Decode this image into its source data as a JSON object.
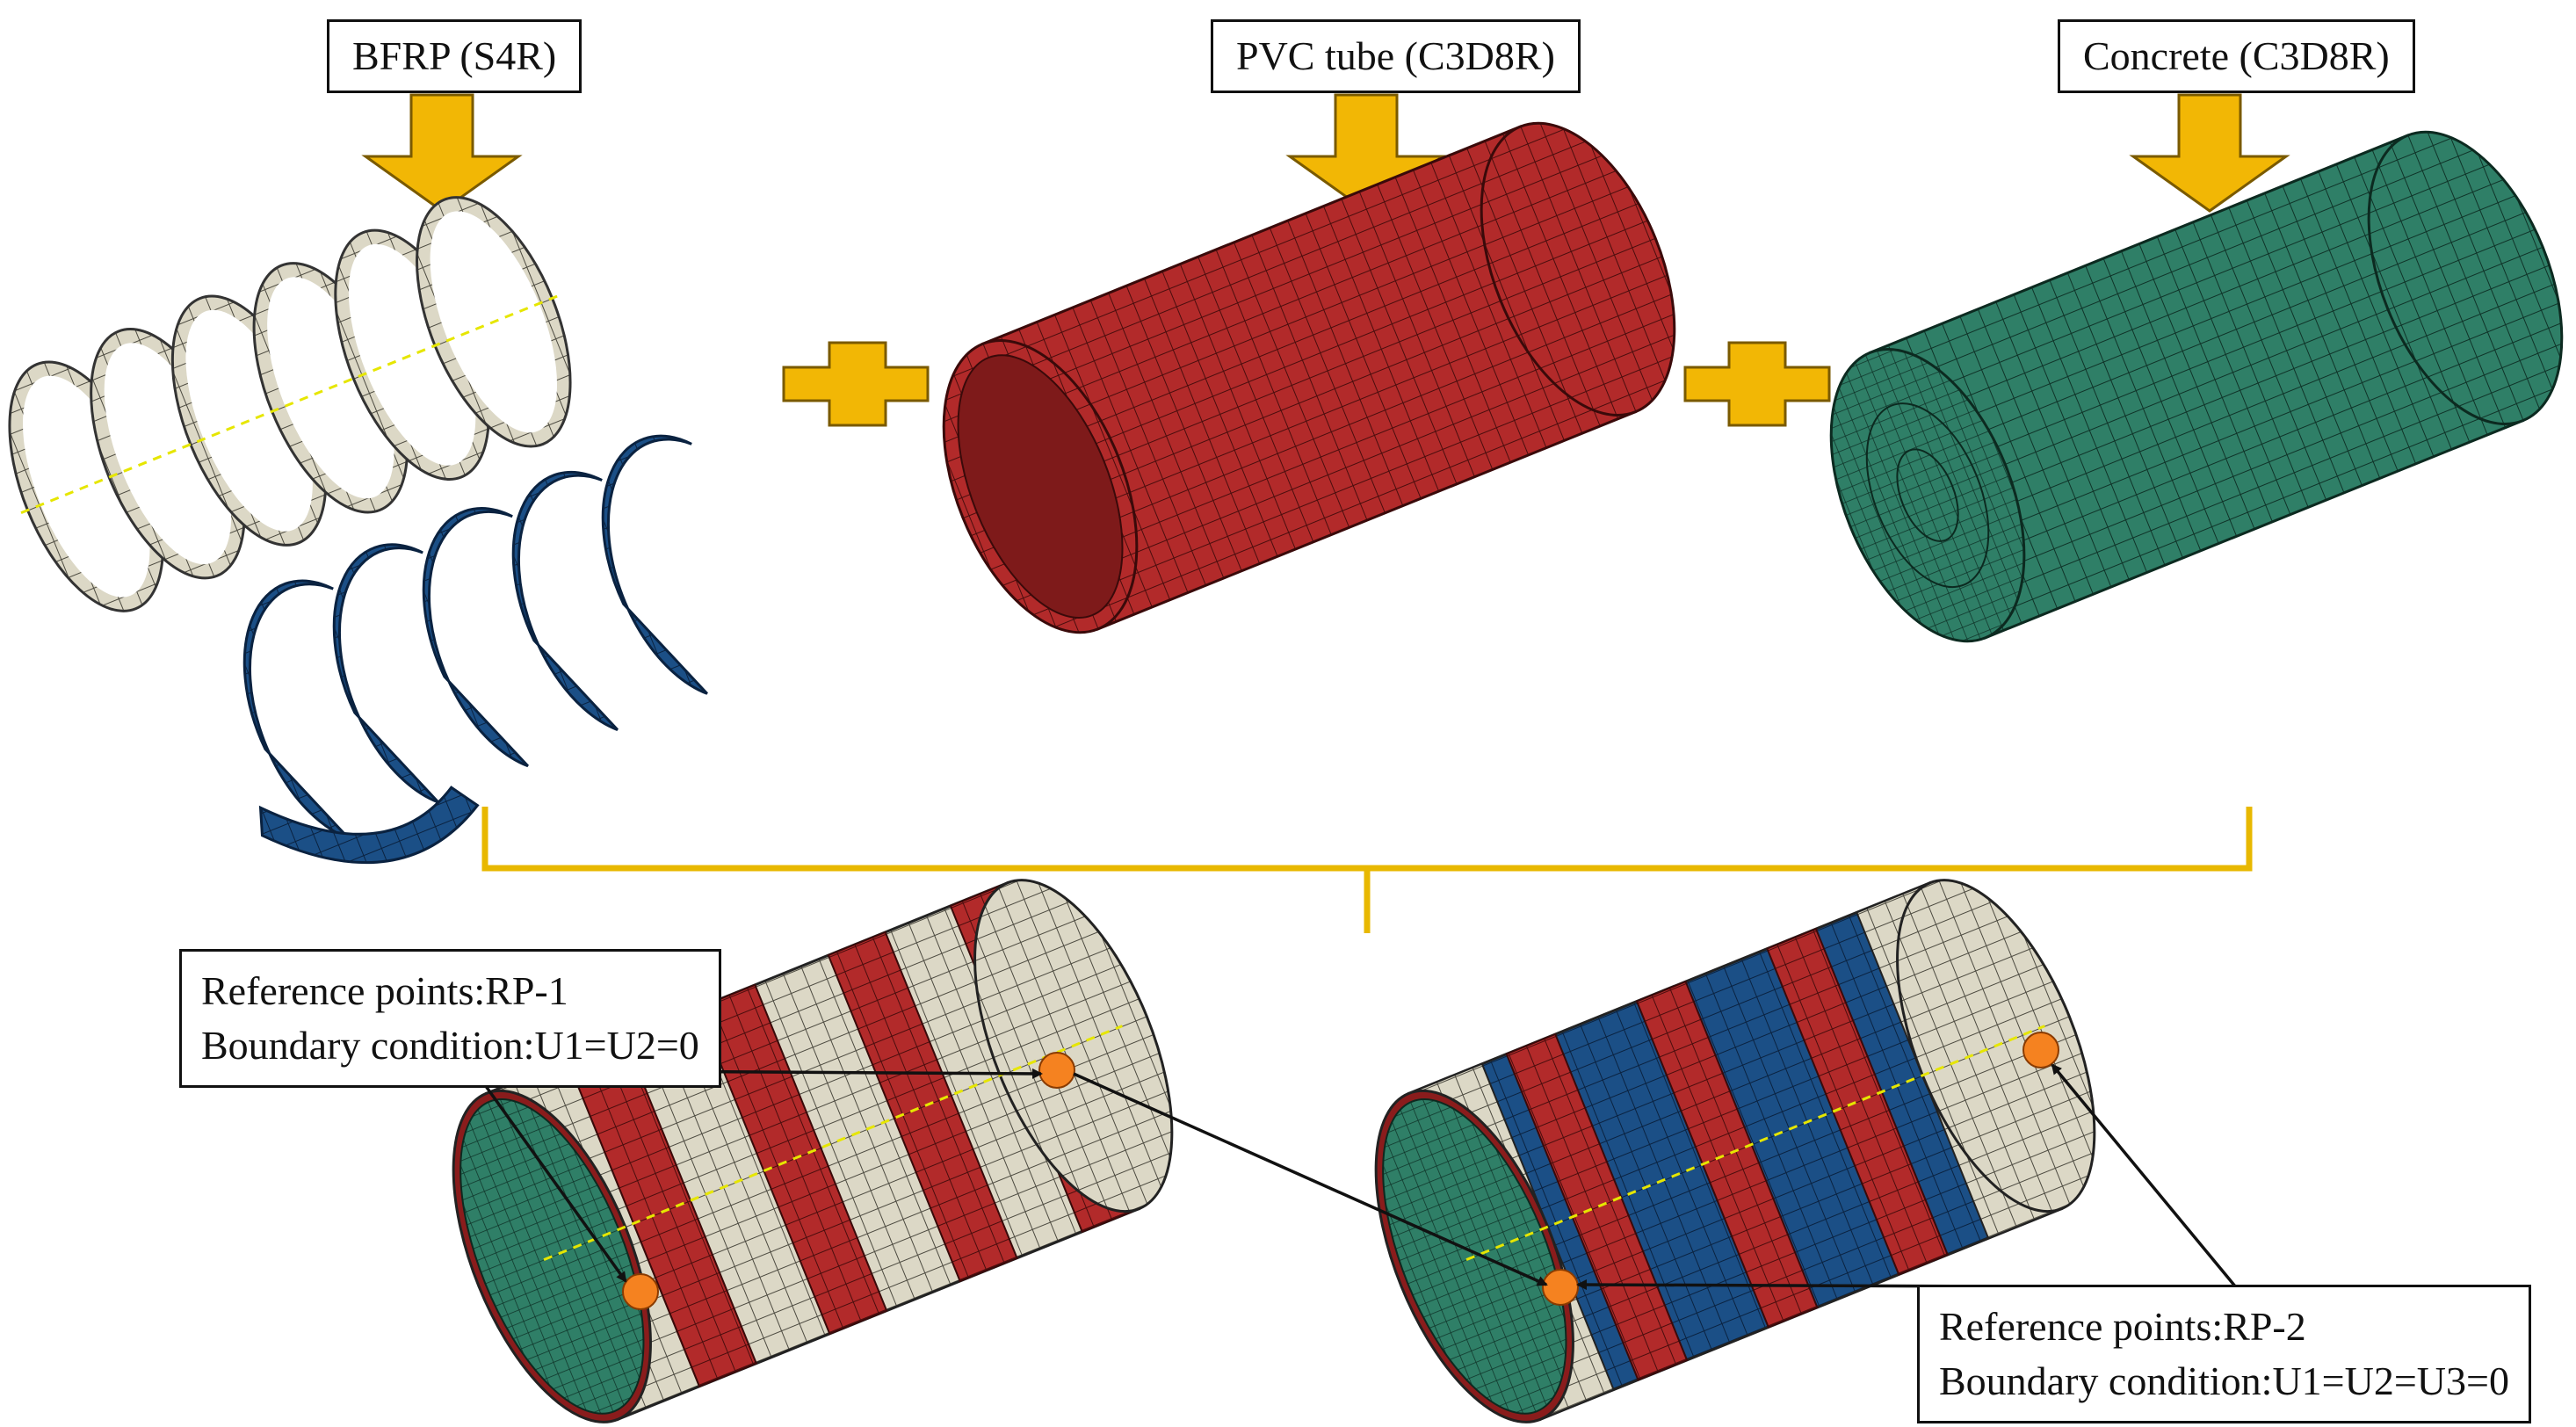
{
  "components": [
    {
      "label": "BFRP (S4R)"
    },
    {
      "label": "PVC tube (C3D8R)"
    },
    {
      "label": "Concrete (C3D8R)"
    }
  ],
  "notes": [
    {
      "line1": "Reference points:RP-1",
      "line2": "Boundary condition:U1=U2=0"
    },
    {
      "line1": "Reference points:RP-2",
      "line2": "Boundary condition:U1=U2=U3=0"
    }
  ],
  "colors": {
    "arrow": "#f2b705",
    "arrow_edge": "#7a5a00",
    "bfrp_light": "#dcd8c6",
    "bfrp_blue": "#1b4f86",
    "pvc_red": "#b22a2a",
    "concrete_green": "#2f7f67",
    "reference_point": "#f58220",
    "bracket": "#e8b800"
  }
}
